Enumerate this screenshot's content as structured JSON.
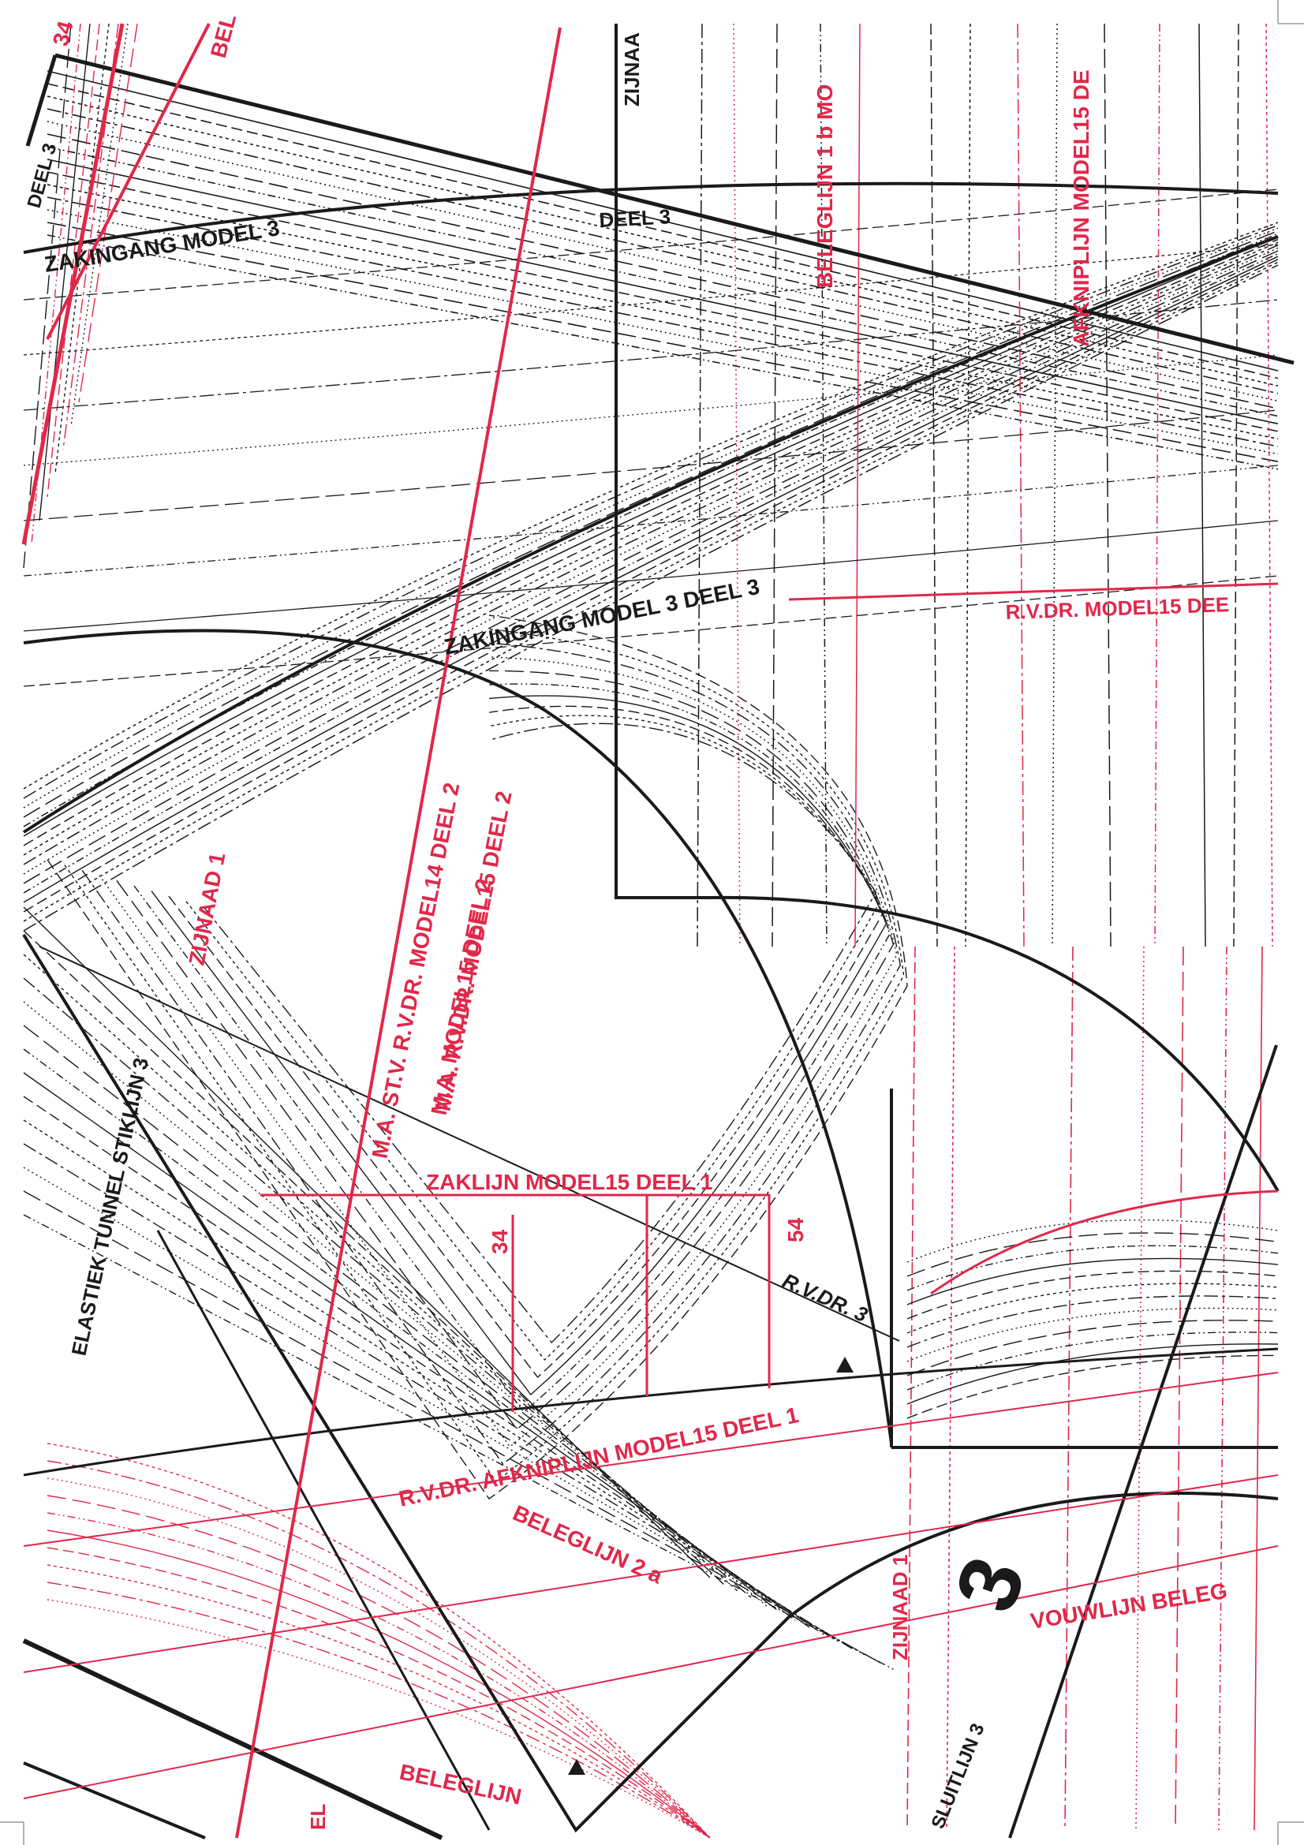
{
  "colors": {
    "black": "#1a1a1a",
    "red": "#e0284a",
    "paper": "#ffffff"
  },
  "sheet_number": "3",
  "labels_black": {
    "zakingang_top": "ZAKINGANG  MODEL 3",
    "deel3_top": "DEEL 3",
    "zijnaad_top": "ZIJNAA",
    "zakingang_mid": "ZAKINGANG MODEL  3   DEEL  3",
    "rvdr3": "R.V.DR. 3",
    "elastiek": "ELASTIEK TUNNEL STIKLIJN 3",
    "sluitlijn": "SLUITLIJN 3",
    "deel3_left": "DEEL 3"
  },
  "labels_red": {
    "num34_top": "34",
    "bel_top": "BEL",
    "beleglijn1b": "BELEGLIJN  1  b   MO",
    "afkniplijn_top": "AFKNIPLIJN MODEL15 DE",
    "rvdr_model15": "R.V.DR. MODEL15 DEE",
    "ma_stv": "M.A. ST.V. R.V.DR. MODEL14 DEEL  2",
    "ma_model15": "M.A.  MODEL15 DEEL  2",
    "ma_rvdr": "M.A. R.V.DR.  MODEL15 DEEL  2",
    "zijnaad1_left": "ZIJNAAD 1",
    "zaklijn": "ZAKLIJN  MODEL15 DEEL 1",
    "num34": "34",
    "num54": "54",
    "rvdr_afkniplijn": "R.V.DR. AFKNIPLIJN MODEL15 DEEL 1",
    "beleglijn2a": "BELEGLIJN  2  a",
    "zijnaad1_bottom": "ZIJNAAD 1",
    "vouwlijn": "VOUWLIJN BELEG",
    "beleglijn_bottom": "BELEGLIJN",
    "el_bottom": "EL"
  }
}
